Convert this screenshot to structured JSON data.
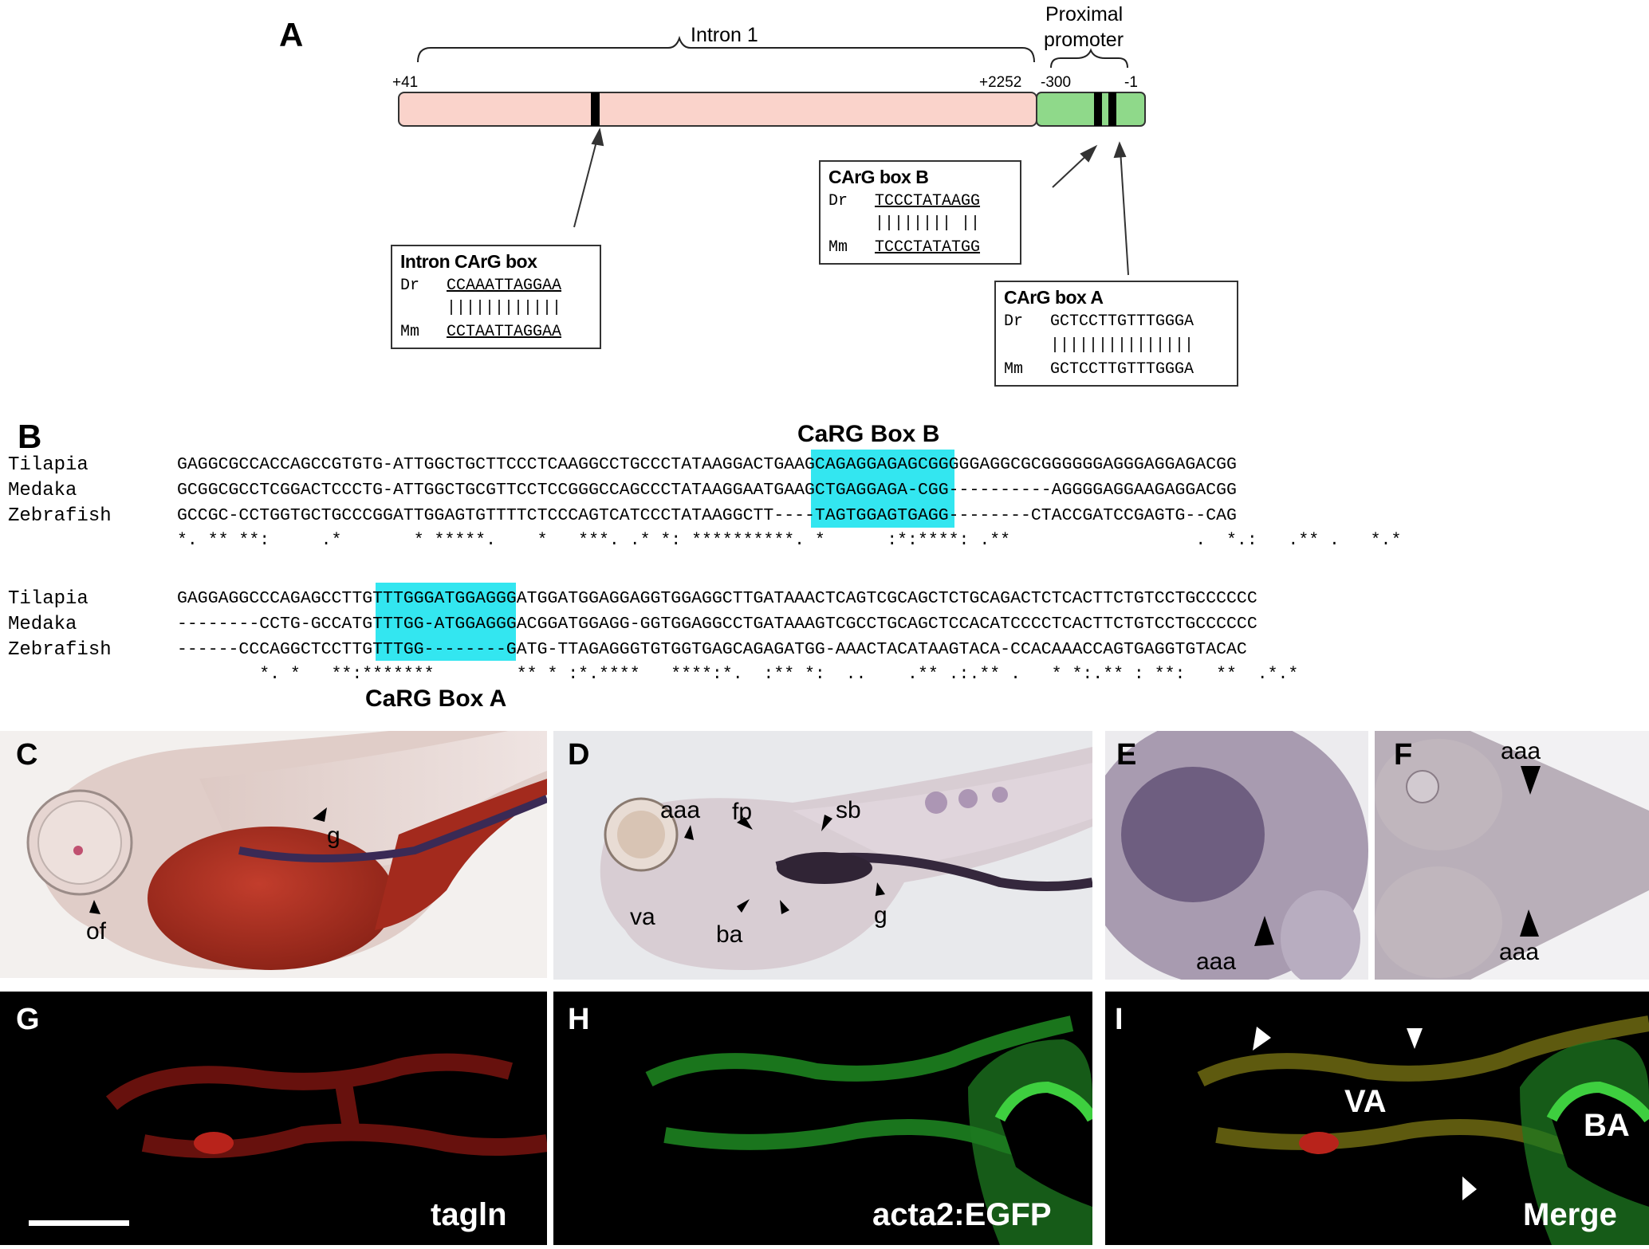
{
  "panel_A": {
    "letter": "A",
    "intron_label": "Intron 1",
    "promoter_label_line1": "Proximal",
    "promoter_label_line2": "promoter",
    "pos_start": "+41",
    "pos_intron_end": "+2252",
    "pos_promoter_start": "-300",
    "pos_promoter_end": "-1",
    "intron_box": {
      "title": "Intron CArG box",
      "dr_label": "Dr",
      "dr_seq": "CCAAATTAGGAA",
      "bars": "||||||||||||",
      "mm_label": "Mm",
      "mm_seq": "CCTAATTAGGAA"
    },
    "box_b": {
      "title": "CArG box B",
      "dr_label": "Dr",
      "dr_seq": "TCCCTATAAGG",
      "bars": "|||||||| ||",
      "mm_label": "Mm",
      "mm_seq": "TCCCTATATGG"
    },
    "box_a": {
      "title": "CArG box A",
      "dr_label": "Dr",
      "dr_seq": "GCTCCTTGTTTGGGA",
      "bars": "|||||||||||||||",
      "mm_label": "Mm",
      "mm_seq": "GCTCCTTGTTTGGGA"
    }
  },
  "panel_B": {
    "letter": "B",
    "box_b_label": "CaRG Box B",
    "box_a_label": "CaRG Box A",
    "block1": {
      "species": [
        "Tilapia",
        "Medaka",
        "Zebrafish"
      ],
      "seqs": [
        "GAGGCGCCACCAGCCGTGTG-ATTGGCTGCTTCCCTCAAGGCCTGCCCTATAAGGACTGAAGCAGAGGAGAGCGGGGGAGGCGCGGGGGGAGGGAGGAGACGG",
        "GCGGCGCCTCGGACTCCCTG-ATTGGCTGCGTTCCTCCGGGCCAGCCCTATAAGGAATGAAGCTGAGGAGA-CGG----------AGGGGAGGAAGAGGACGG",
        "GCCGC-CCTGGTGCTGCCCGGATTGGAGTGTTTTCTCCCAGTCATCCCTATAAGGCTT----TAGTGGAGTGAGG--------CTACCGATCCGAGTG--CAG"
      ],
      "consensus": "*. ** **:     .*       * *****.    *   ***. .* *: **********. *      :*:****: .**                  .  *.:   .** .   *.*"
    },
    "block2": {
      "species": [
        "Tilapia",
        "Medaka",
        "Zebrafish"
      ],
      "seqs": [
        "GAGGAGGCCCAGAGCCTTGTTTGGGATGGAGGGATGGATGGAGGAGGTGGAGGCTTGATAAACTCAGTCGCAGCTCTGCAGACTCTCACTTCTGTCCTGCCCCCC",
        "--------CCTG-GCCATGTTTGG-ATGGAGGGACGGATGGAGG-GGTGGAGGCCTGATAAAGTCGCCTGCAGCTCCACATCCCCTCACTTCTGTCCTGCCCCCC",
        "------CCCAGGCTCCTTGTTTGG--------GATG-TTAGAGGGTGTGGTGAGCAGAGATGG-AAACTACATAAGTACA-CCACAAACCAGTGAGGTGTACAC"
      ],
      "consensus": "        *. *   **:*******        ** * :*.****   ****:*.  :** *:  ..    .** .:.** .   * *:.** : **:   **  .*.*"
    }
  },
  "panel_C": {
    "letter": "C",
    "labels": {
      "g": "g",
      "of": "of"
    }
  },
  "panel_D": {
    "letter": "D",
    "labels": {
      "aaa": "aaa",
      "fp": "fp",
      "sb": "sb",
      "va": "va",
      "ba": "ba",
      "g": "g"
    }
  },
  "panel_E": {
    "letter": "E",
    "labels": {
      "aaa": "aaa"
    }
  },
  "panel_F": {
    "letter": "F",
    "labels": {
      "aaa_top": "aaa",
      "aaa_bottom": "aaa"
    }
  },
  "panel_G": {
    "letter": "G",
    "label": "tagln"
  },
  "panel_H": {
    "letter": "H",
    "label": "acta2:EGFP"
  },
  "panel_I": {
    "letter": "I",
    "label": "Merge",
    "va": "VA",
    "ba": "BA"
  },
  "colors": {
    "intron_fill": "#fad3cb",
    "promoter_fill": "#8fd98a",
    "highlight": "#33e6f0",
    "red_signal": "#c8241c",
    "green_signal": "#36c837"
  }
}
